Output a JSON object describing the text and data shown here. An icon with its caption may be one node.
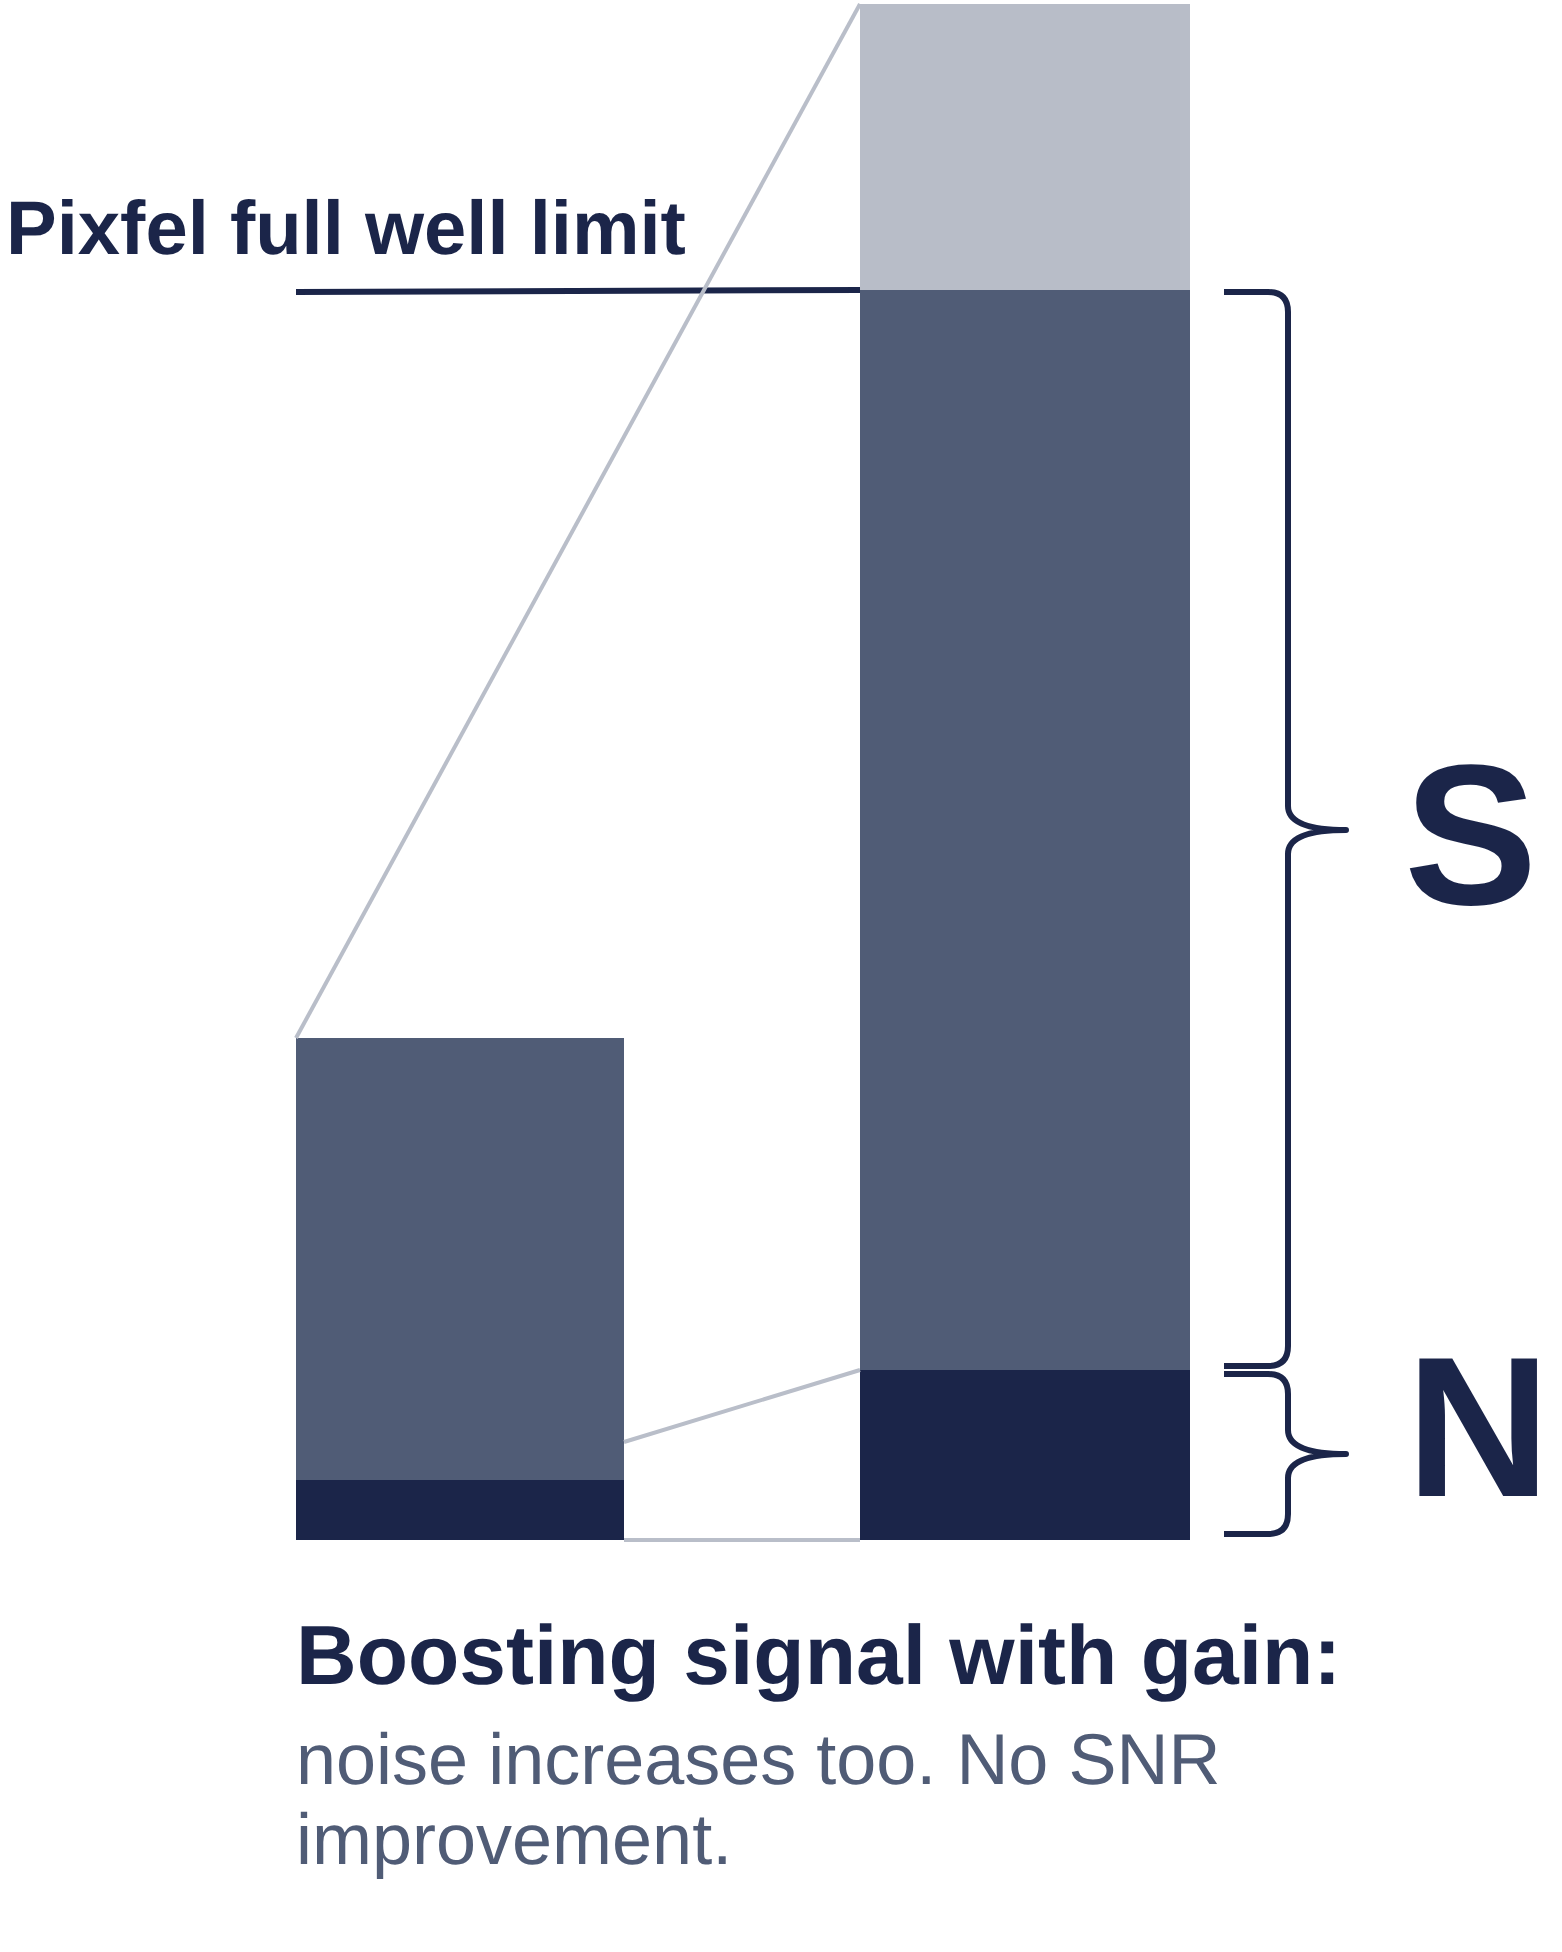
{
  "diagram": {
    "title": "Boosting signal with gain:",
    "caption": "noise increases too. No SNR improvement.",
    "nodes": [
      {
        "text": [
          "Pixfel full well limit"
        ]
      },
      {
        "text": [],
        "shape": "bar"
      },
      {
        "text": [],
        "shape": "bar"
      },
      {
        "text": [],
        "shape": "bar"
      },
      {
        "text": [],
        "shape": "bar"
      },
      {
        "text": [],
        "shape": "bar"
      }
    ],
    "edges": [
      {
        "from": 0,
        "to": 4,
        "arrow": "none",
        "color": "#1b2549"
      },
      {
        "from": 1,
        "to": 3,
        "arrow": "none"
      },
      {
        "from": 1,
        "to": 5,
        "arrow": "none"
      },
      {
        "from": 2,
        "to": 5,
        "arrow": "none"
      }
    ],
    "labels": [
      "S",
      "N"
    ]
  }
}
